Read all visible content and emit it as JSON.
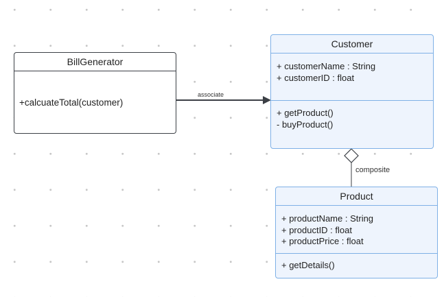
{
  "classes": {
    "bill_generator": {
      "name": "BillGenerator",
      "methods": [
        "+calcuateTotal(customer)"
      ]
    },
    "customer": {
      "name": "Customer",
      "attributes": [
        "+ customerName : String",
        "+ customerID : float"
      ],
      "methods": [
        "+ getProduct()",
        "- buyProduct()"
      ]
    },
    "product": {
      "name": "Product",
      "attributes": [
        "+ productName : String",
        "+ productID : float",
        "+ productPrice : float"
      ],
      "methods": [
        "+ getDetails()"
      ]
    }
  },
  "relations": {
    "association_label": "associate",
    "composition_label": "composite"
  },
  "colors": {
    "line": "#3b3f45",
    "class_fill": "#eef4fd",
    "class_border": "#7eb0e6"
  }
}
